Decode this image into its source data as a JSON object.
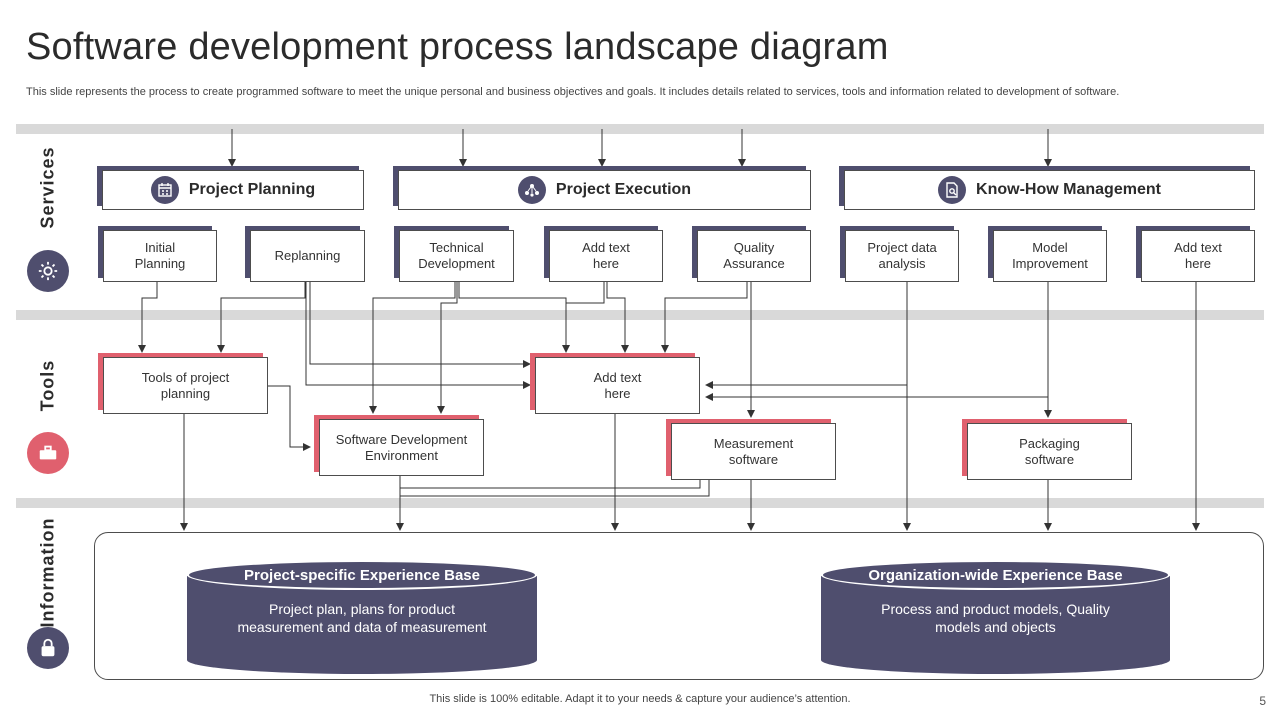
{
  "title": "Software development process landscape diagram",
  "subtitle": "This slide represents the process to create programmed software to meet the unique personal and business objectives and goals. It includes details related to services, tools and information related to development of software.",
  "sections": {
    "services": "Services",
    "tools": "Tools",
    "information": "Information"
  },
  "headers": {
    "planning": "Project Planning",
    "execution": "Project Execution",
    "knowhow": "Know-How Management"
  },
  "services": {
    "initial_planning": "Initial Planning",
    "replanning": "Replanning",
    "technical_development": "Technical Development",
    "add_text_1": "Add text here",
    "quality_assurance": "Quality Assurance",
    "project_data_analysis": "Project data analysis",
    "model_improvement": "Model Improvement",
    "add_text_2": "Add text here"
  },
  "tools": {
    "tools_project_planning": "Tools of project planning",
    "sw_dev_environment": "Software Development Environment",
    "add_text": "Add text here",
    "measurement_software": "Measurement software",
    "packaging_software": "Packaging software"
  },
  "information": {
    "project_base_title": "Project-specific Experience Base",
    "project_base_text": "Project plan, plans for product measurement and data of measurement",
    "org_base_title": "Organization-wide Experience Base",
    "org_base_text": "Process and product models, Quality models and objects"
  },
  "footer": "This slide is 100% editable. Adapt it to your needs & capture your audience’s attention.",
  "page_number": "5",
  "colors": {
    "navy": "#4f4e6e",
    "accent_red": "#e0606e",
    "band_gray": "#d9d9d9"
  },
  "icons": {
    "services": "gear-wrench-icon",
    "tools": "toolbox-icon",
    "information": "lock-icon",
    "planning": "calendar-icon",
    "execution": "network-icon",
    "knowhow": "document-search-icon"
  }
}
